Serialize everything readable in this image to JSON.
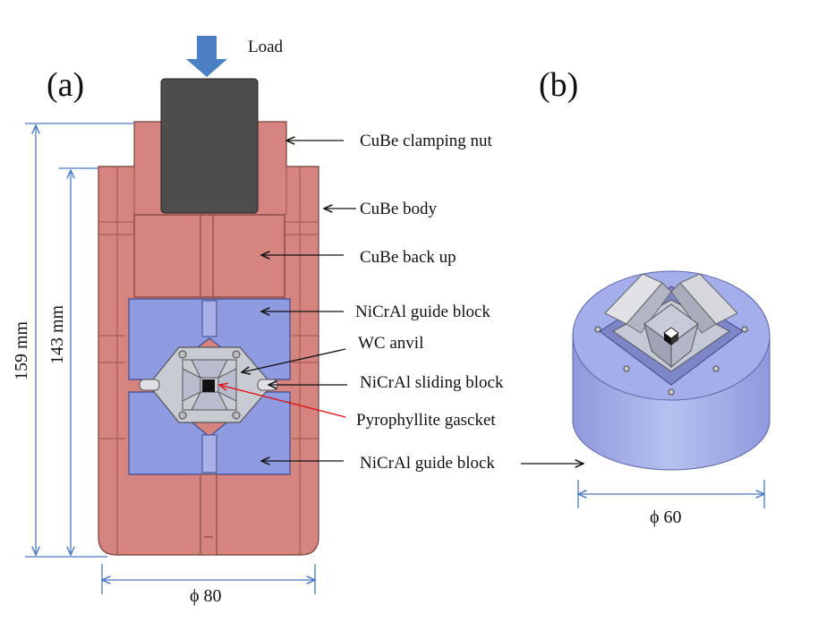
{
  "panels": {
    "a": "(a)",
    "b": "(b)"
  },
  "load": "Load",
  "labels": {
    "clamping_nut": "CuBe clamping nut",
    "body": "CuBe body",
    "back_up": "CuBe back up",
    "guide_block_top": "NiCrAl guide block",
    "wc_anvil": "WC anvil",
    "sliding_block": "NiCrAl sliding block",
    "gasket": "Pyrophyllite gascket",
    "guide_block_bottom": "NiCrAl guide block"
  },
  "dimensions": {
    "height_outer": "159 mm",
    "height_inner": "143 mm",
    "diameter_a": "ϕ 80",
    "diameter_b": "ϕ 60"
  },
  "colors": {
    "cube": "#d6847f",
    "nicral": "#8e9be0",
    "wc": "#b8bccd",
    "dim_line": "#4a78c2",
    "load_arrow": "#4a7fc4",
    "gasket_arrow": "#e01010",
    "piston": "#4d4d4d"
  }
}
